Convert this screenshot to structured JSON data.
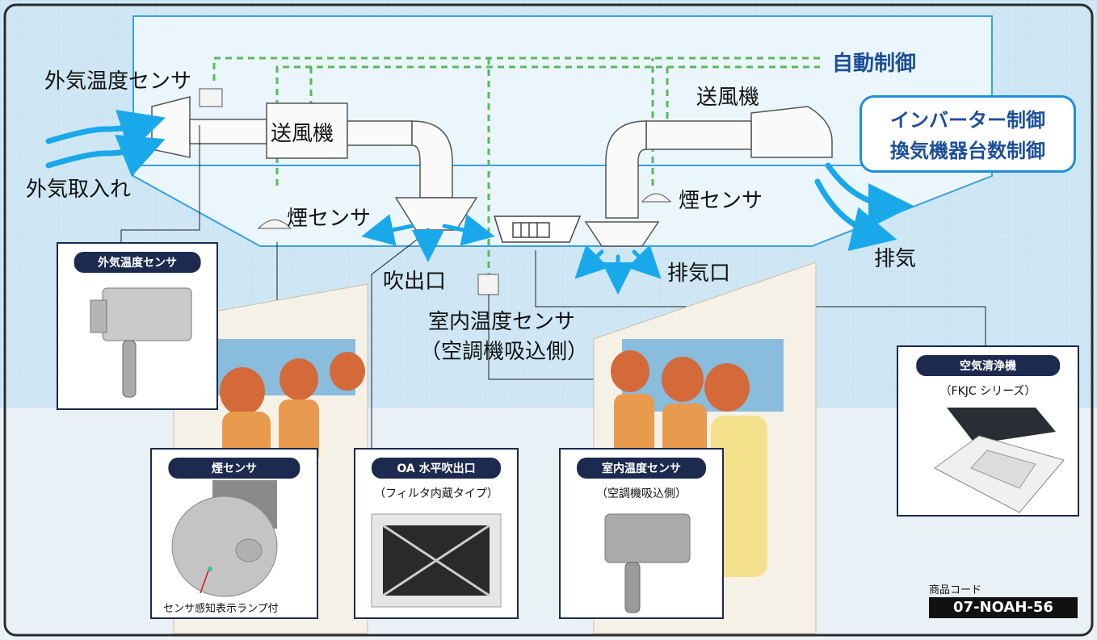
{
  "diagram": {
    "labels": {
      "auto_control": "自動制御",
      "outdoor_temp_sensor": "外気温度センサ",
      "outdoor_air_intake": "外気取入れ",
      "blower_left": "送風機",
      "blower_right": "送風機",
      "smoke_sensor_left": "煙センサ",
      "smoke_sensor_right": "煙センサ",
      "air_outlet": "吹出口",
      "exhaust_outlet": "排気口",
      "exhaust": "排気",
      "indoor_temp_sensor_line1": "室内温度センサ",
      "indoor_temp_sensor_line2": "（空調機吸込側）"
    },
    "control_box": {
      "line1": "インバーター制御",
      "line2": "換気機器台数制御"
    },
    "cards": {
      "outdoor_temp": {
        "title": "外気温度センサ"
      },
      "smoke": {
        "title": "煙センサ",
        "caption": "センサ感知表示ランプ付"
      },
      "oa_outlet": {
        "title": "OA 水平吹出口",
        "subtitle": "（フィルタ内蔵タイプ）"
      },
      "indoor_temp": {
        "title": "室内温度センサ",
        "subtitle": "（空調機吸込側）"
      },
      "air_purifier": {
        "title": "空気清浄機",
        "subtitle": "（FKJC シリーズ）"
      }
    },
    "product_code": {
      "label": "商品コード",
      "value": "07-NOAH-56"
    }
  },
  "colors": {
    "sky": "#cfe7f5",
    "frame_line": "#3aa0dc",
    "arrow": "#19a9ea",
    "dashed_control": "#5cb85c",
    "accent_text": "#1d4f98",
    "card_header": "#1c2a4f",
    "floor": "#e9f1f6"
  }
}
